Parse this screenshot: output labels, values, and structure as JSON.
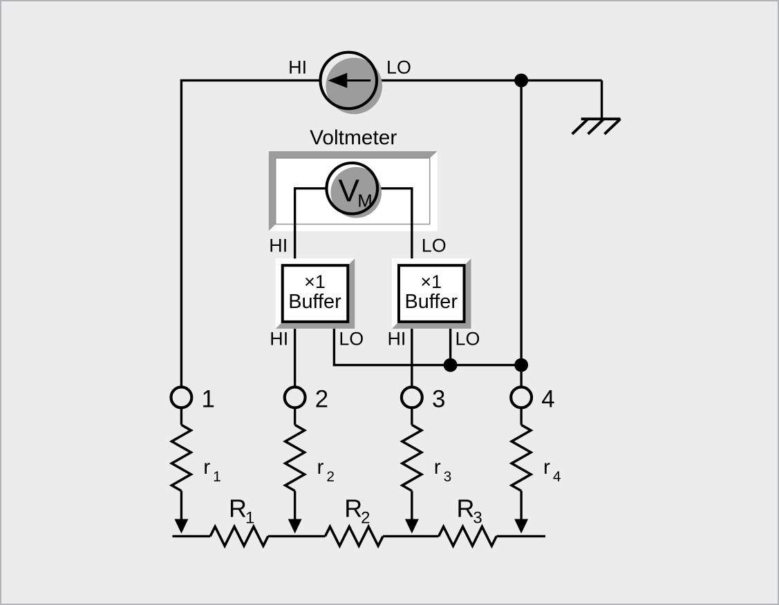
{
  "colors": {
    "background": "#ececec",
    "line": "#000000",
    "shadow_gray": "#9c9c9c",
    "component_fill": "#ffffff",
    "frame_border": "#b2b2b9"
  },
  "current_source": {
    "hi": "HI",
    "lo": "LO"
  },
  "voltmeter": {
    "title": "Voltmeter",
    "symbol": "V",
    "symbol_sub": "M",
    "hi": "HI",
    "lo": "LO"
  },
  "buffers": [
    {
      "gain": "×1",
      "label": "Buffer",
      "hi": "HI",
      "lo": "LO"
    },
    {
      "gain": "×1",
      "label": "Buffer",
      "hi": "HI",
      "lo": "LO"
    }
  ],
  "terminals": [
    {
      "number": "1",
      "r_label": "r",
      "r_sub": "1"
    },
    {
      "number": "2",
      "r_label": "r",
      "r_sub": "2"
    },
    {
      "number": "3",
      "r_label": "r",
      "r_sub": "3"
    },
    {
      "number": "4",
      "r_label": "r",
      "r_sub": "4"
    }
  ],
  "rail_resistors": [
    {
      "label": "R",
      "sub": "1"
    },
    {
      "label": "R",
      "sub": "2"
    },
    {
      "label": "R",
      "sub": "3"
    }
  ]
}
